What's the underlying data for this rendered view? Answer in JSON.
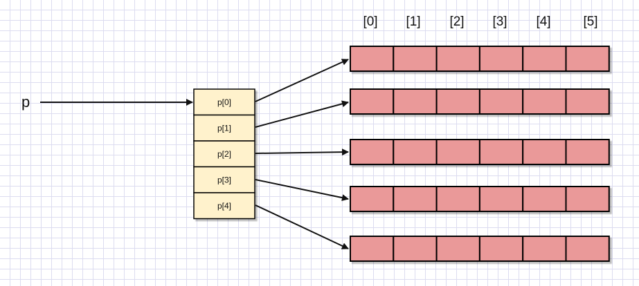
{
  "diagram": {
    "pointer_variable": "p",
    "pointer_cells": [
      "p[0]",
      "p[1]",
      "p[2]",
      "p[3]",
      "p[4]"
    ],
    "column_indices": [
      "[0]",
      "[1]",
      "[2]",
      "[3]",
      "[4]",
      "[5]"
    ],
    "row_count": 5,
    "colors": {
      "pointer_cell_fill": "#fff2cc",
      "array_cell_fill": "#ea9999",
      "stroke": "#000000"
    }
  }
}
